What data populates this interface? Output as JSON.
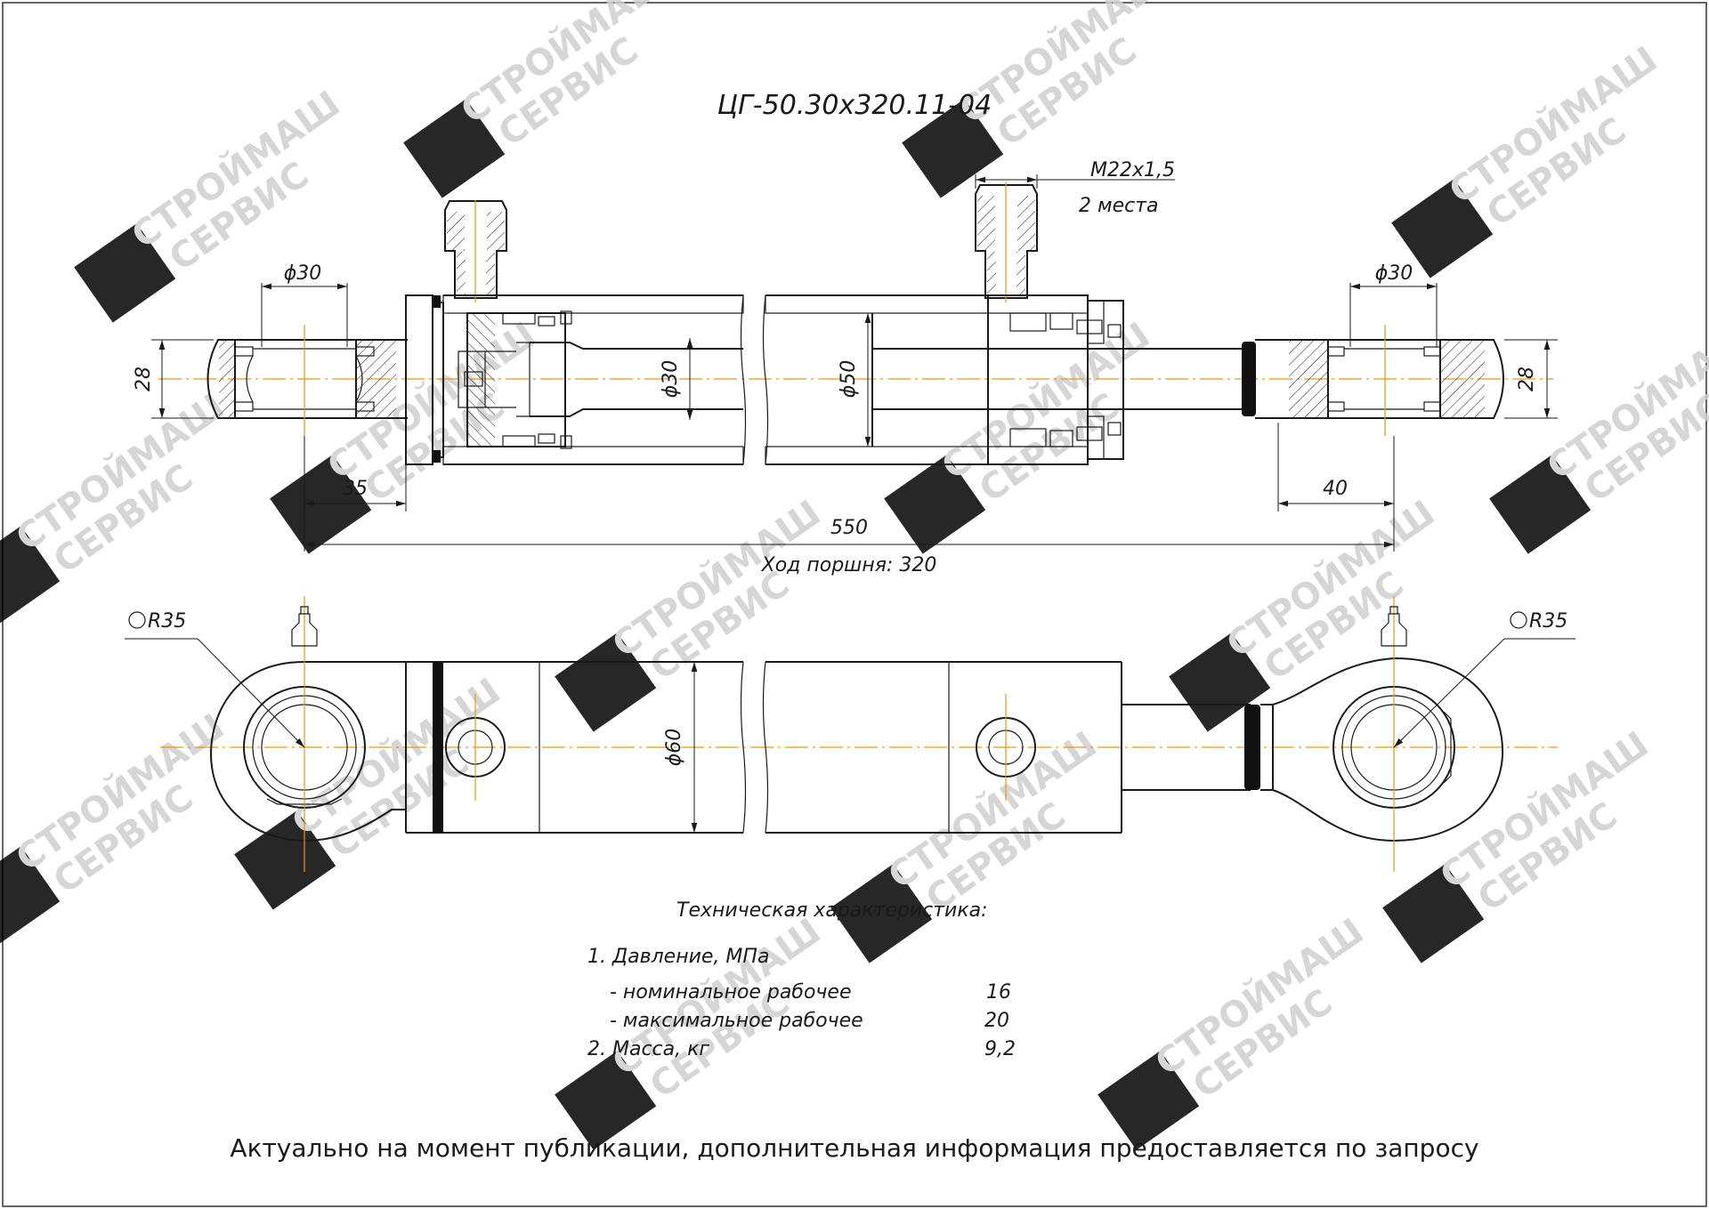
{
  "drawing": {
    "title": "ЦГ-50.30х320.11-04",
    "port_thread": "М22х1,5",
    "port_count": "2 места",
    "pin_dia_left": "ϕ30",
    "pin_dia_right": "ϕ30",
    "eye_width_left": "28",
    "eye_width_right": "28",
    "rod_dia": "ϕ30",
    "bore_dia": "ϕ50",
    "outer_dia": "ϕ60",
    "dim_left_eye": "35",
    "dim_right_eye": "40",
    "dim_total": "550",
    "stroke": "Ход поршня: 320",
    "radius_left": "R35",
    "radius_right": "R35"
  },
  "specs": {
    "heading": "Техническая характеристика:",
    "pressure_title": "1. Давление, МПа",
    "nominal_label": "- номинальное рабочее",
    "nominal_value": "16",
    "max_label": "- максимальное рабочее",
    "max_value": "20",
    "mass_label": "2. Масса, кг",
    "mass_value": "9,2"
  },
  "footer": {
    "note": "Актуально на момент публикации, дополнительная информация предоставляется по запросу"
  },
  "watermark": {
    "line1": "СТРОЙМАШ",
    "line2": "СЕРВИС",
    "color": "#cfcfcf"
  },
  "colors": {
    "line": "#1a1a1a",
    "axis": "#e49a14"
  }
}
